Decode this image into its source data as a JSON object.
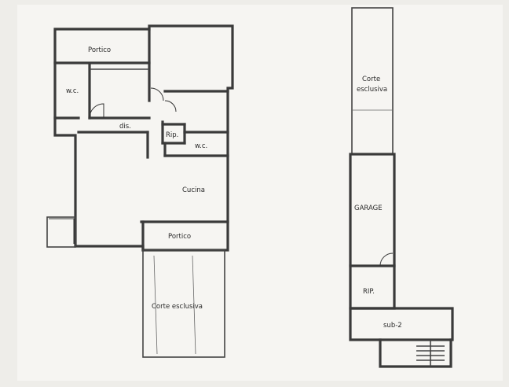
{
  "plans": {
    "main_floor": {
      "rooms": {
        "portico_top": "Portico",
        "wc_left": "w.c.",
        "dis": "dis.",
        "rip": "Rip.",
        "wc_right": "w.c.",
        "cucina": "Cucina",
        "portico_bottom": "Portico",
        "corte_esclusiva": "Corte esclusiva"
      }
    },
    "annex": {
      "rooms": {
        "corte_line1": "Corte",
        "corte_line2": "esclusiva",
        "garage": "GARAGE",
        "rip": "RIP.",
        "sub": "sub-2"
      }
    }
  },
  "colors": {
    "paper": "#f4f3f0",
    "ink": "#3a3a3a"
  }
}
